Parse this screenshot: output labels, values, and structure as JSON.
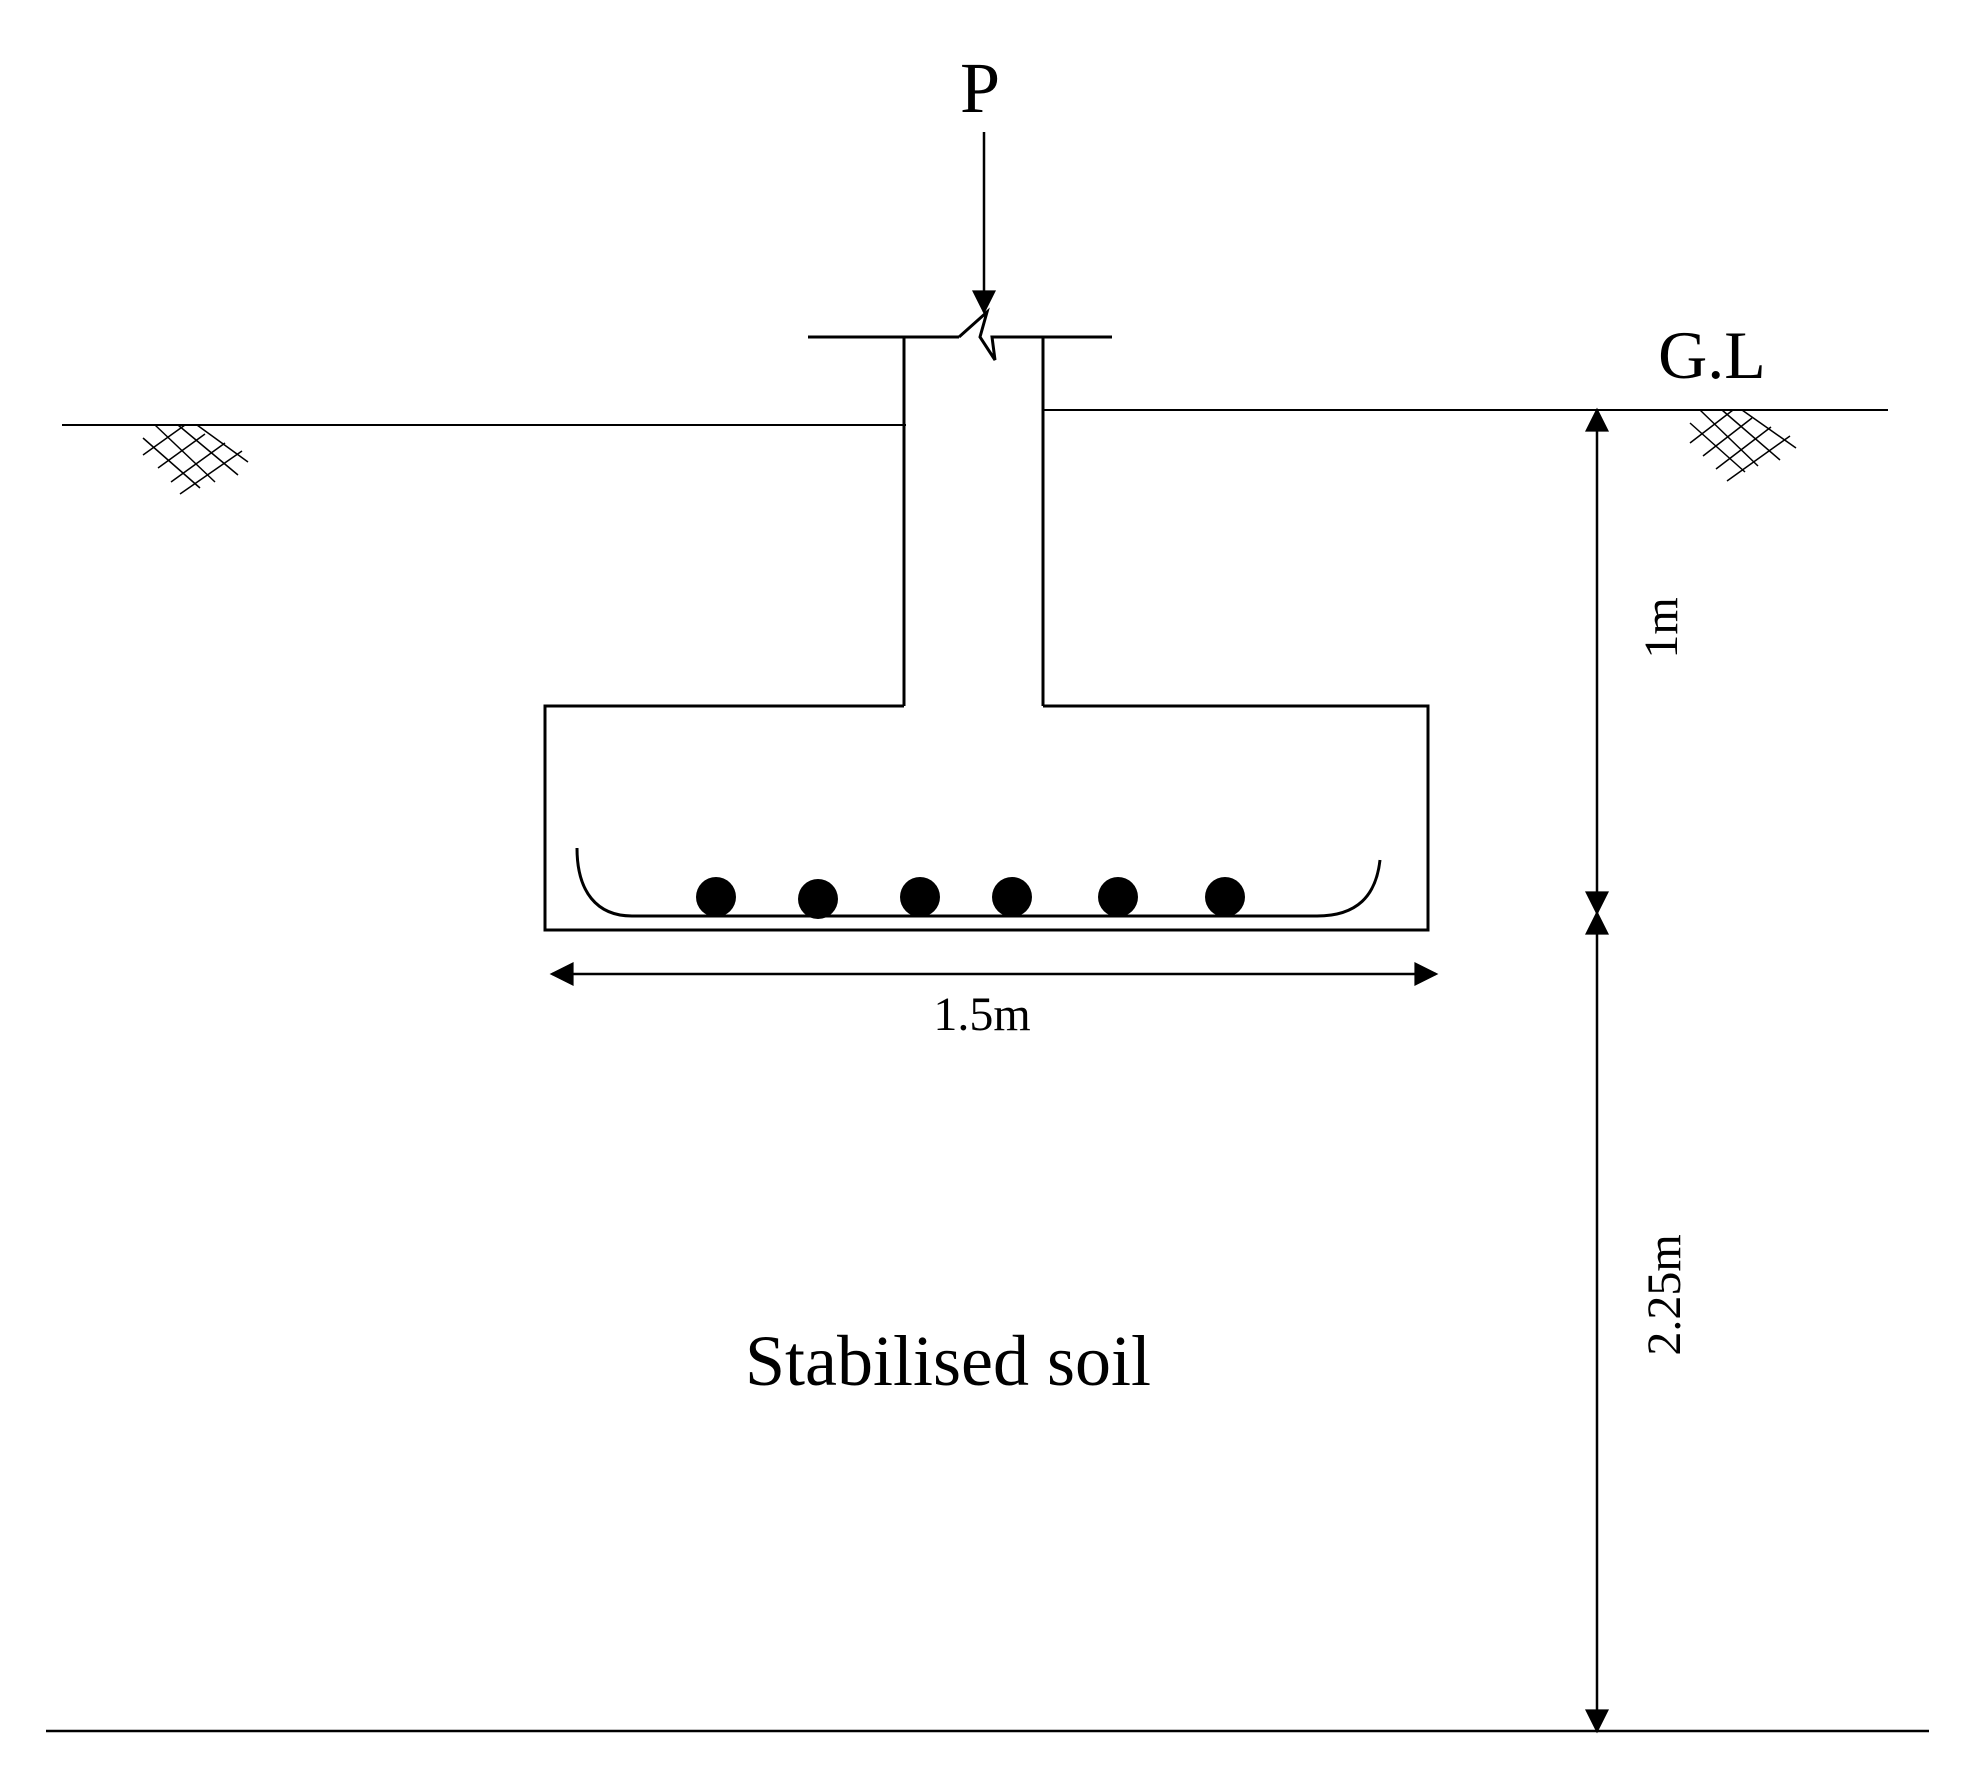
{
  "labels": {
    "load": "P",
    "ground_level": "G.L",
    "depth_to_footing": "1m",
    "footing_width": "1.5m",
    "soil_depth": "2.25m",
    "soil_layer": "Stabilised soil"
  },
  "reinforcement": {
    "bar_count": 6
  },
  "colors": {
    "line": "#000000",
    "background": "#ffffff"
  }
}
